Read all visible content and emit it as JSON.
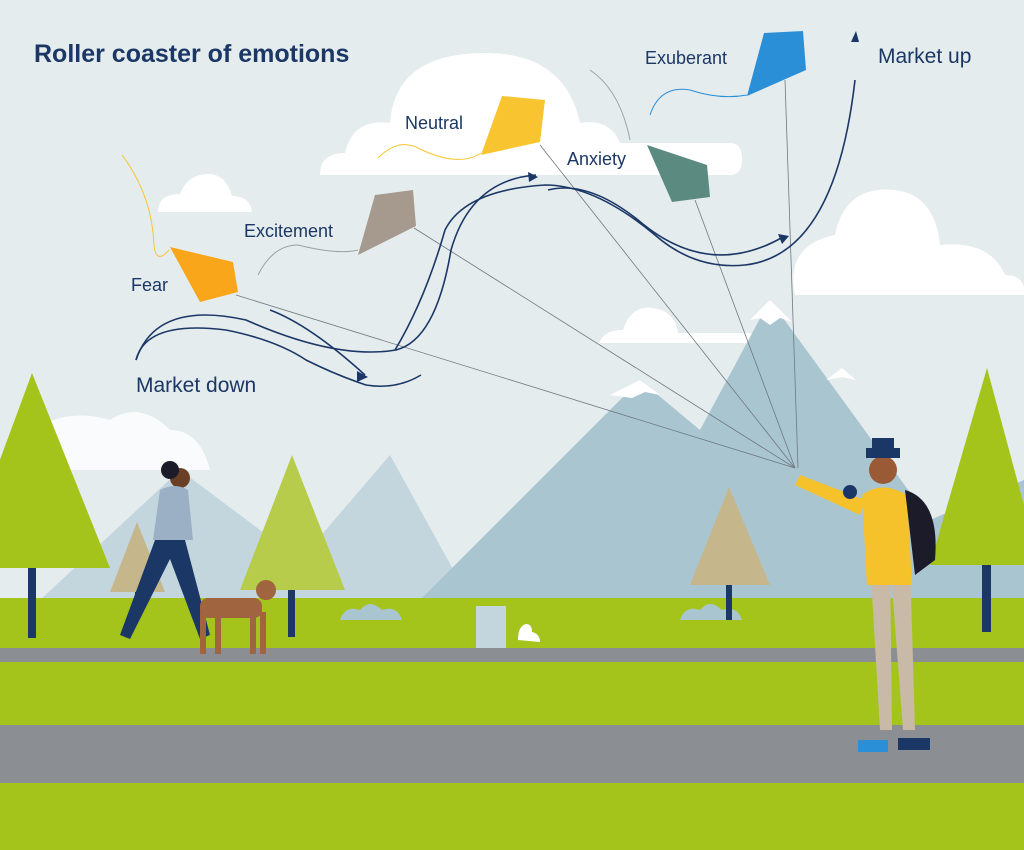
{
  "title": "Roller coaster of emotions",
  "labels": {
    "market_up": "Market up",
    "market_down": "Market down"
  },
  "kites": [
    {
      "label": "Fear",
      "color": "#f9a61a"
    },
    {
      "label": "Excitement",
      "color": "#a59a8d"
    },
    {
      "label": "Neutral",
      "color": "#f8c531"
    },
    {
      "label": "Anxiety",
      "color": "#5a8a80"
    },
    {
      "label": "Exuberant",
      "color": "#2b8fd8"
    }
  ],
  "colors": {
    "sky": "#e5ecee",
    "text": "#1b3766",
    "mountain": "#a9c5d0",
    "grass": "#a4c41c",
    "path": "#8b8f94"
  }
}
